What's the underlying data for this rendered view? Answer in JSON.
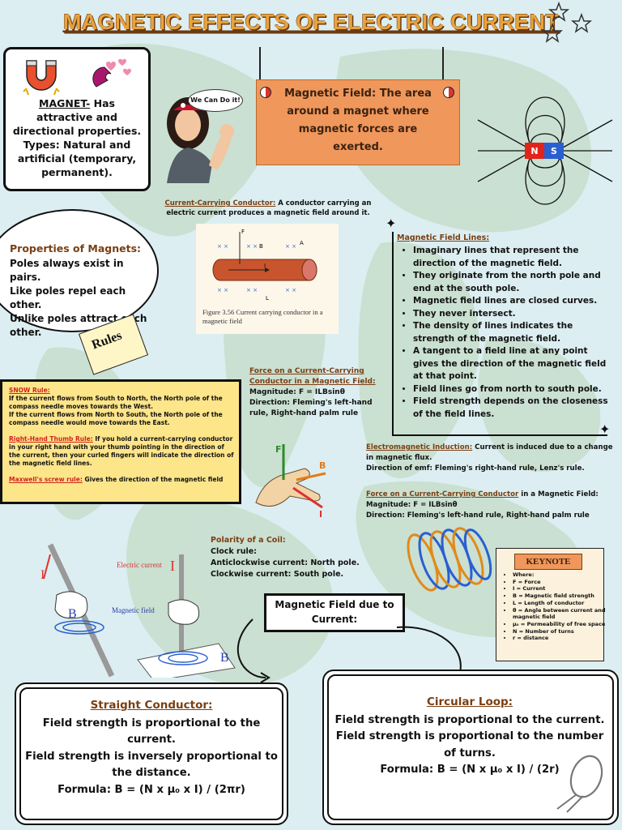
{
  "title": "MAGNETIC EFFECTS OF ELECTRIC CURRENT",
  "magnet": {
    "term": "MAGNET-",
    "text": " Has attractive and directional properties.",
    "types": "Types: Natural and artificial (temporary, permanent)."
  },
  "speech_bubble": "We Can Do it!",
  "field_card": "Magnetic Field: The area around a magnet where magnetic forces are exerted.",
  "bar_magnet": {
    "n": "N",
    "s": "S"
  },
  "conductor": {
    "term": "Current-Carrying Conductor:",
    "text": " A conductor carrying an electric current produces a magnetic field around it.",
    "caption": "Figure 3.56  Current carrying conductor in a magnetic field",
    "labels": {
      "fb": "F",
      "b": "B",
      "a": "A",
      "i": "I",
      "l": "L"
    }
  },
  "properties": {
    "heading": "Properties of Magnets:",
    "lines": [
      "Poles always exist in pairs.",
      "Like poles repel each other.",
      "Unlike poles attract each other."
    ]
  },
  "rules_note": "Rules",
  "field_lines": {
    "heading": "Magnetic Field Lines:",
    "items": [
      "Imaginary lines that represent the direction of the magnetic field.",
      "They originate from the north pole and end at the south pole.",
      "Magnetic field lines are closed curves.",
      "They never intersect.",
      "The density of lines indicates the strength of the magnetic field.",
      "A tangent to a field line at any point gives the direction of the magnetic field at that point.",
      "Field lines go from north to south pole.",
      "Field strength depends on the closeness of the field lines."
    ]
  },
  "rules_box": {
    "snow_title": "SNOW Rule:",
    "snow_1": "If the current flows from South to North, the North pole of the compass needle moves towards the West.",
    "snow_2": "If the current flows from North to South, the North pole of the compass needle would move towards the East.",
    "rht_title": "Right-Hand Thumb Rule:",
    "rht_text": " If you hold a current-carrying conductor in your right hand with your thumb pointing in the direction of the current, then your curled fingers will indicate the direction of the magnetic field lines.",
    "maxwell_title": "Maxwell's screw rule:",
    "maxwell_text": " Gives the direction of the magnetic field"
  },
  "force1": {
    "heading": "Force on a Current-Carrying Conductor in a Magnetic Field:",
    "magnitude": "Magnitude: F = ILBsinθ",
    "direction": "Direction: Fleming's left-hand rule, Right-hand palm rule"
  },
  "fleming": {
    "f": "F",
    "b": "B",
    "i": "I"
  },
  "induction": {
    "term": "Electromagnetic Induction:",
    "text": " Current is induced due to a change in magnetic flux.",
    "emf": "Direction of emf: Fleming's right-hand rule, Lenz's rule."
  },
  "force2": {
    "term": "Force on a Current-Carrying Conductor",
    "rest": " in a Magnetic Field:",
    "magnitude": "Magnitude: F = ILBsinθ",
    "direction": "Direction: Fleming's left-hand rule, Right-hand palm rule"
  },
  "coil": {
    "heading": "Polarity of a Coil:",
    "lines": [
      "Clock rule:",
      "Anticlockwise current: North pole.",
      "Clockwise current: South pole."
    ]
  },
  "rht_figure": {
    "i_left": "I",
    "b_left": "B",
    "current_label": "Electric current",
    "i_right": "I",
    "field_label": "Magnetic field",
    "b_right": "B"
  },
  "mfdc": "Magnetic Field due to Current:",
  "keynote": {
    "title": "KEYNOTE",
    "items": [
      "Where:",
      "F = Force",
      "I = Current",
      "B = Magnetic field strength",
      "L = Length of conductor",
      "θ = Angle between current and magnetic field",
      "μ₀ = Permeability of free space",
      "N = Number of turns",
      "r = distance"
    ]
  },
  "straight": {
    "heading": "Straight Conductor:",
    "lines": [
      "Field strength is proportional to the current.",
      "Field strength is inversely proportional to the distance.",
      "Formula: B = (N x μ₀ x I) / (2πr)"
    ]
  },
  "circular": {
    "heading": "Circular Loop:",
    "lines": [
      "Field strength is proportional to the current.",
      "Field strength is proportional to the number of turns.",
      "Formula: B = (N x μ₀ x I) / (2r)"
    ]
  }
}
